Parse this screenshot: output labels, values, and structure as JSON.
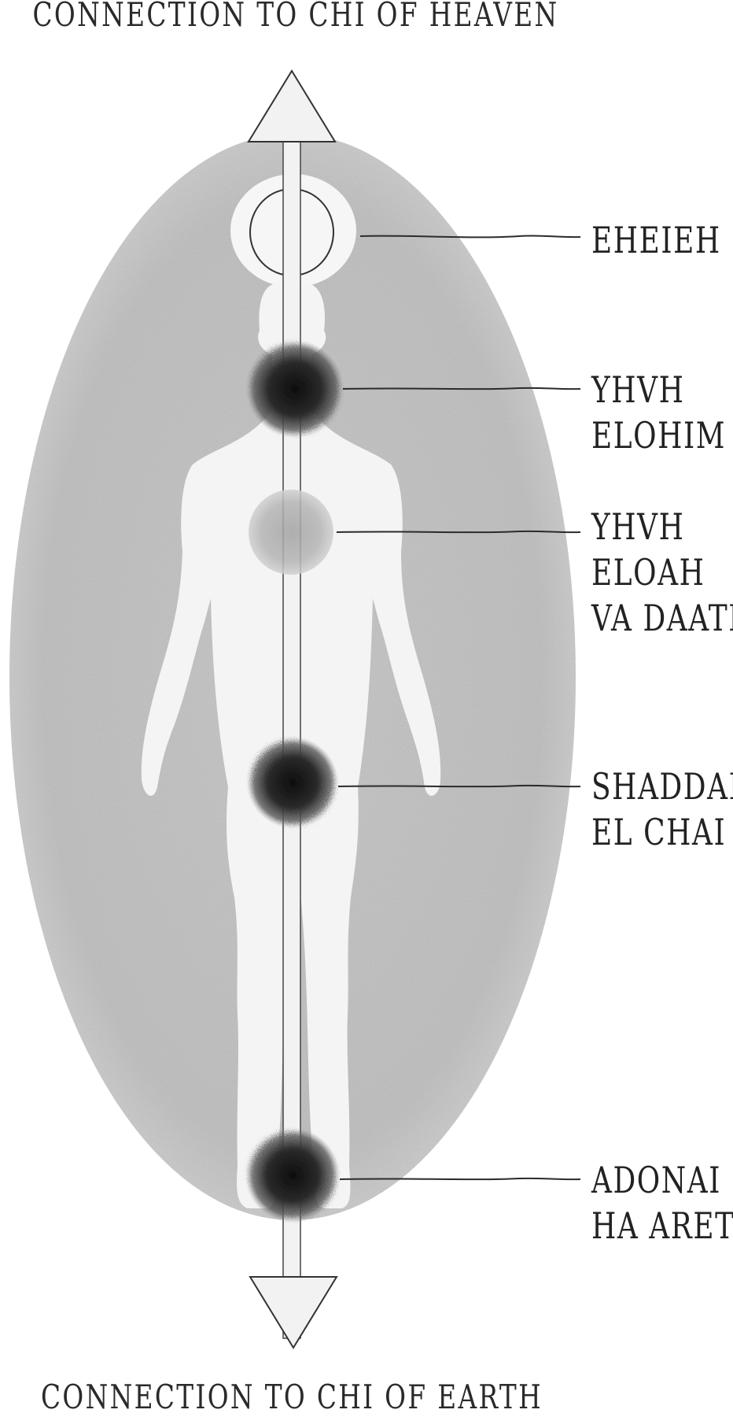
{
  "top_caption": "CONNECTION TO CHI OF HEAVEN",
  "bottom_caption": "CONNECTION TO CHI OF EARTH",
  "centers": [
    {
      "lines": [
        "EHEIEH"
      ]
    },
    {
      "lines": [
        "YHVH",
        "ELOHIM"
      ]
    },
    {
      "lines": [
        "YHVH",
        "ELOAH",
        "VA DAATH"
      ]
    },
    {
      "lines": [
        "SHADDAI",
        "EL CHAI"
      ]
    },
    {
      "lines": [
        "ADONAI",
        "HA ARETZ"
      ]
    }
  ],
  "colors": {
    "aura": "#b9b9b9",
    "aura_edge": "#cfcfcf",
    "body": "#f4f4f4",
    "dark_center": "#1c1c1c",
    "mid_center": "#a7a7a7",
    "line": "#2b2b2b"
  }
}
